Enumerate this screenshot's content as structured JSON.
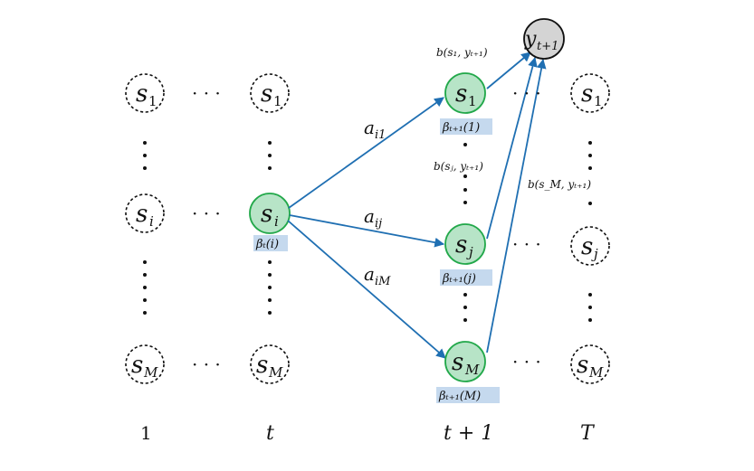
{
  "columns": [
    {
      "id": "col-1",
      "label": "1"
    },
    {
      "id": "col-t",
      "label": "t"
    },
    {
      "id": "col-t1",
      "label": "t + 1"
    },
    {
      "id": "col-T",
      "label": "T"
    }
  ],
  "nodes": {
    "s1": {
      "main": "s",
      "sub": "1"
    },
    "si": {
      "main": "s",
      "sub": "i"
    },
    "sj": {
      "main": "s",
      "sub": "j"
    },
    "sM": {
      "main": "s",
      "sub": "M"
    }
  },
  "observation": {
    "main": "y",
    "sub": "t+1"
  },
  "transitions": {
    "a_i1": {
      "main": "a",
      "sub": "i1"
    },
    "a_ij": {
      "main": "a",
      "sub": "ij"
    },
    "a_iM": {
      "main": "a",
      "sub": "iM"
    }
  },
  "emissions": {
    "b1": "b(s₁, yₜ₊₁)",
    "bj": "b(sⱼ, yₜ₊₁)",
    "bM": "b(s_M, yₜ₊₁)"
  },
  "betas": {
    "beta_t_i": "βₜ(i)",
    "beta_t1_1": "βₜ₊₁(1)",
    "beta_t1_j": "βₜ₊₁(j)",
    "beta_t1_M": "βₜ₊₁(M)"
  },
  "ellipsis": "· · ·",
  "colors": {
    "highlight_node": "#b7e4c7",
    "highlight_stroke": "#22a84a",
    "edge": "#1f6fb2",
    "beta_bg": "#c5d9ee",
    "observed": "#d4d4d4"
  }
}
